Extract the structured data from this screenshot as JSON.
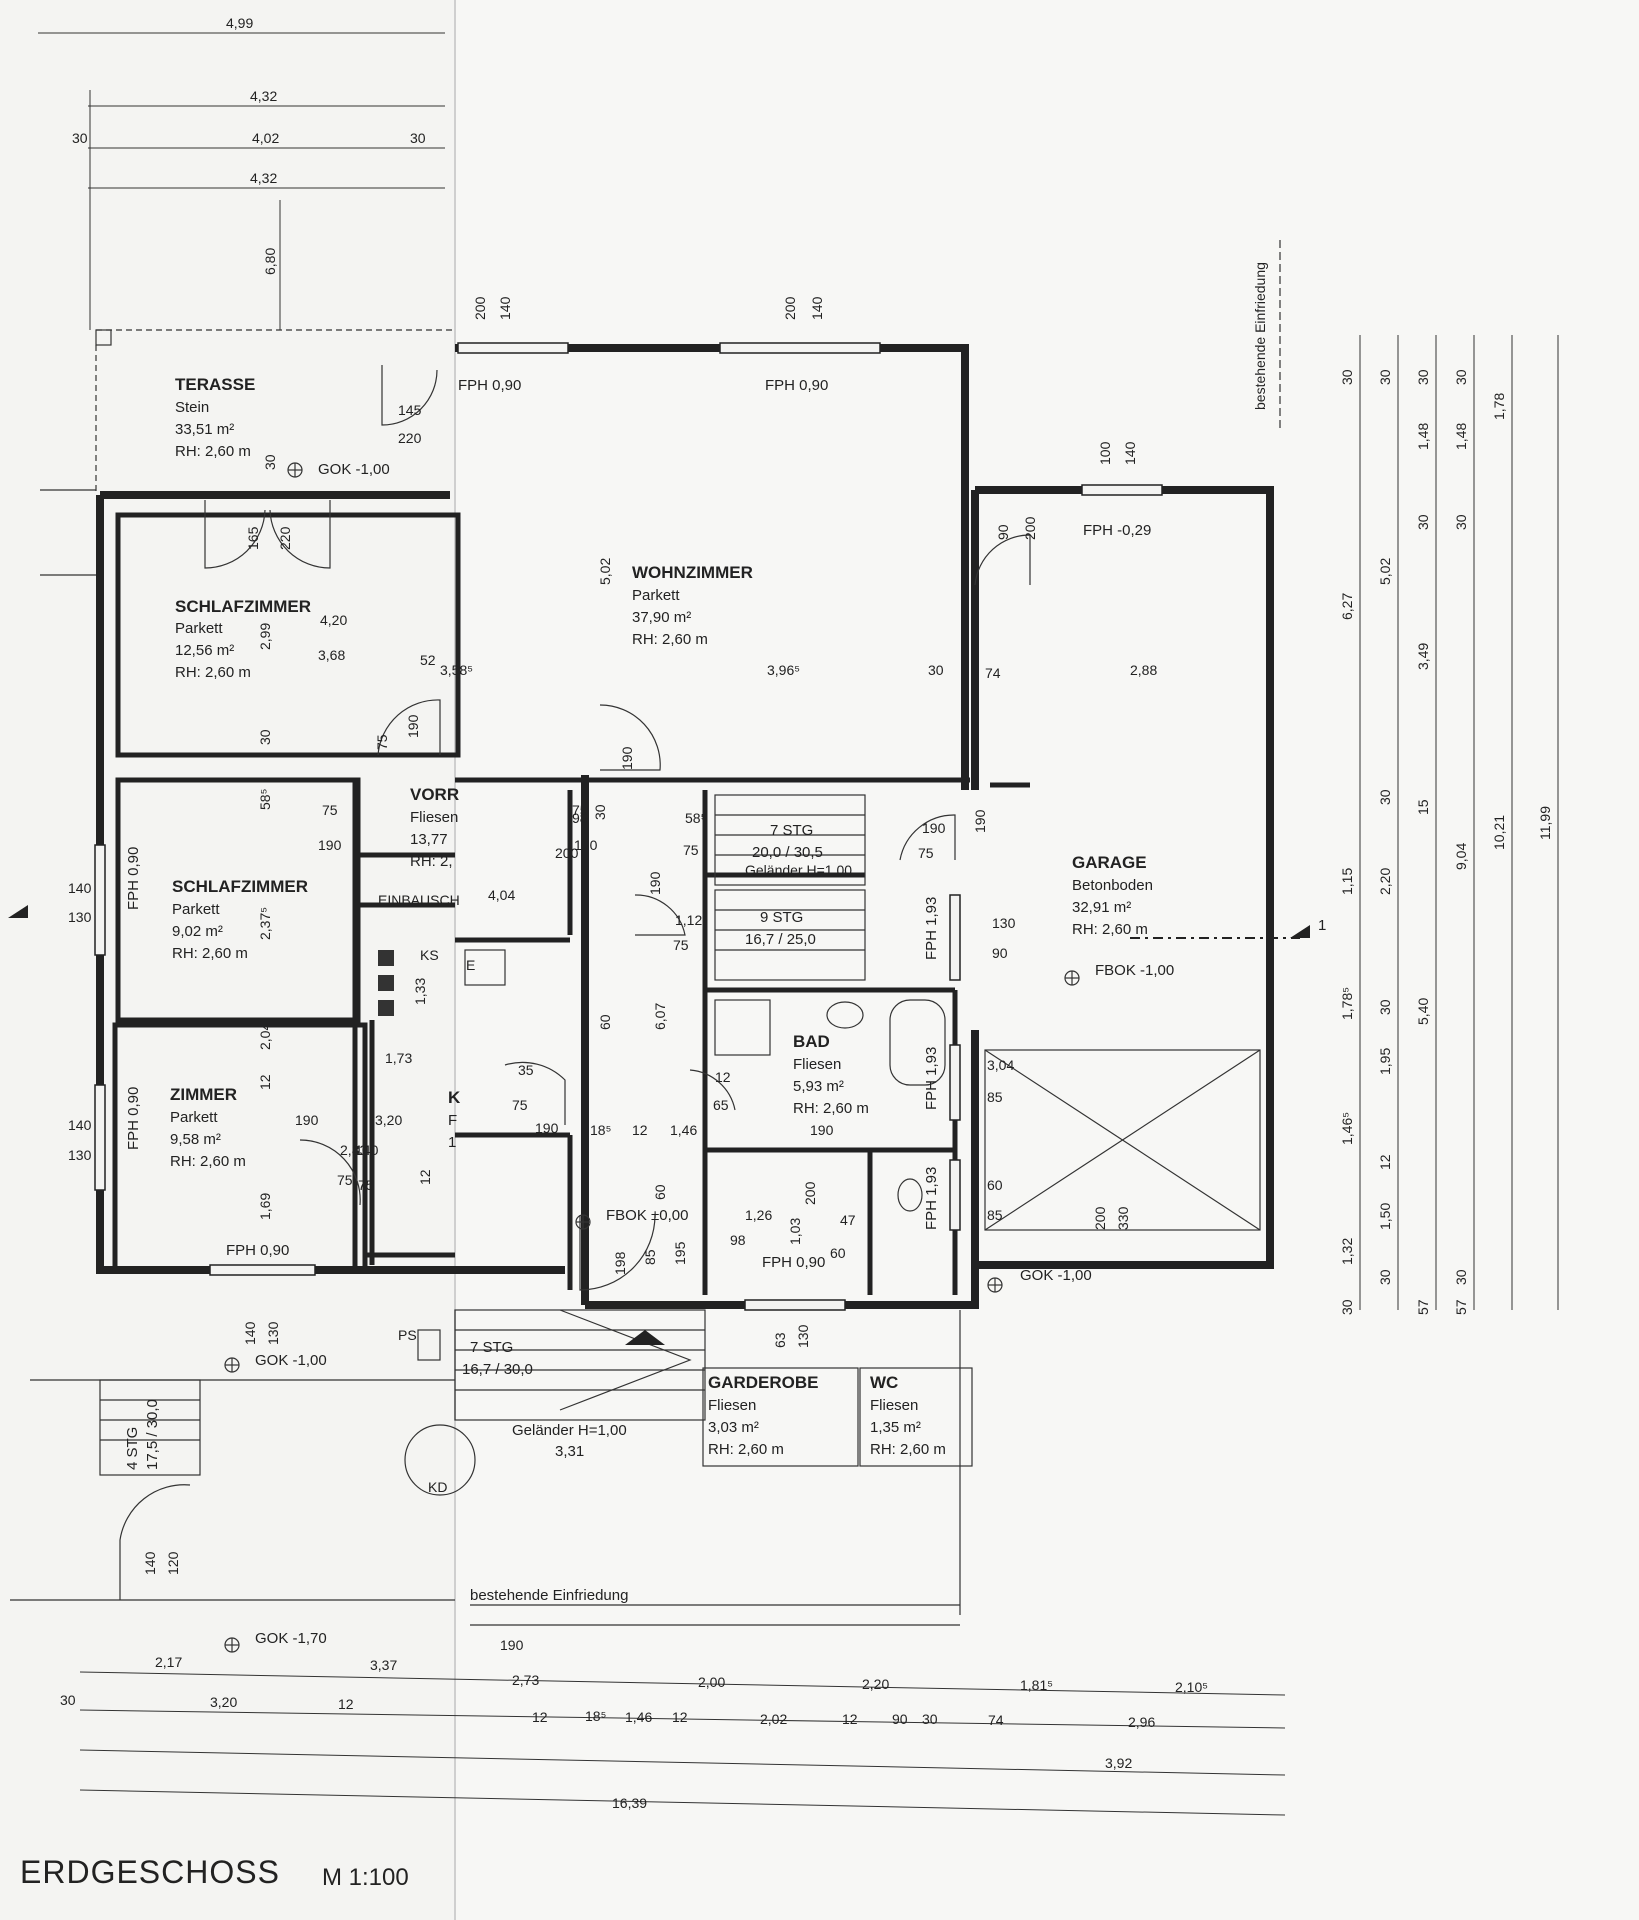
{
  "title": "ERDGESCHOSS",
  "scale": "M 1:100",
  "rooms": {
    "terasse": {
      "name": "TERASSE",
      "floor": "Stein",
      "area": "33,51 m²",
      "height": "RH: 2,60 m"
    },
    "schlaf1": {
      "name": "SCHLAFZIMMER",
      "floor": "Parkett",
      "area": "12,56 m²",
      "height": "RH: 2,60 m"
    },
    "schlaf2": {
      "name": "SCHLAFZIMMER",
      "floor": "Parkett",
      "area": "9,02 m²",
      "height": "RH: 2,60 m"
    },
    "zimmer": {
      "name": "ZIMMER",
      "floor": "Parkett",
      "area": "9,58 m²",
      "height": "RH: 2,60 m"
    },
    "wohn": {
      "name": "WOHNZIMMER",
      "floor": "Parkett",
      "area": "37,90 m²",
      "height": "RH: 2,60 m"
    },
    "vorr": {
      "name": "VORR",
      "floor": "Fliesen",
      "area": "13,77",
      "height": "RH: 2,"
    },
    "garage": {
      "name": "GARAGE",
      "floor": "Betonboden",
      "area": "32,91 m²",
      "height": "RH: 2,60 m"
    },
    "bad": {
      "name": "BAD",
      "floor": "Fliesen",
      "area": "5,93 m²",
      "height": "RH: 2,60 m"
    },
    "garderobe": {
      "name": "GARDEROBE",
      "floor": "Fliesen",
      "area": "3,03 m²",
      "height": "RH: 2,60 m"
    },
    "wc": {
      "name": "WC",
      "floor": "Fliesen",
      "area": "1,35 m²",
      "height": "RH: 2,60 m"
    },
    "kueche": {
      "name": "K",
      "floor": "F",
      "area": "1"
    }
  },
  "levels": {
    "gok_terasse": "GOK -1,00",
    "gok_garage": "GOK -1,00",
    "gok_front": "GOK -1,00",
    "gok_bottom": "GOK -1,70",
    "fbok_garage": "FBOK -1,00",
    "fbok_main": "FBOK ±0,00",
    "fph_wohn1": "FPH 0,90",
    "fph_wohn2": "FPH 0,90",
    "fph_garage": "FPH -0,29",
    "fph_zimmer": "FPH 0,90",
    "fph_wc": "FPH 0,90",
    "fph_left1": "FPH 0,90",
    "fph_left2": "FPH 0,90",
    "fph_193a": "FPH 1,93",
    "fph_193b": "FPH 1,93",
    "fph_193c": "FPH 1,93"
  },
  "stairs": {
    "s1": "7 STG",
    "s1b": "20,0 / 30,5",
    "s1c": "Geländer H=1,00",
    "s2": "9 STG",
    "s2b": "16,7 / 25,0",
    "s3": "7 STG",
    "s3b": "16,7 / 30,0",
    "s3c": "Geländer H=1,00",
    "s3d": "3,31",
    "s4": "4 STG",
    "s4b": "17,5 / 30,0"
  },
  "labels": {
    "einbau": "EINBAUSCH",
    "einfr1": "bestehende Einfriedung",
    "einfr2": "bestehende Einfriedung",
    "ks": "KS",
    "ps": "PS",
    "kd": "KD",
    "e": "E",
    "section": "1"
  },
  "dims_top": {
    "a": "4,99",
    "b": "4,32",
    "c": "4,02",
    "c1": "30",
    "c2": "30",
    "d": "4,32",
    "e": "6,80"
  },
  "dims_bottom": {
    "r1a": "2,17",
    "r1b": "3,37",
    "r1c": "2,73",
    "r1d": "2,00",
    "r1e": "2,20",
    "r1f": "1,81⁵",
    "r1g": "2,10⁵",
    "r2a": "30",
    "r2b": "3,20",
    "r2c": "12",
    "r2d": "12",
    "r2e": "18⁵",
    "r2f": "1,46",
    "r2g": "12",
    "r2h": "2,02",
    "r2i": "12",
    "r2j": "90",
    "r2k": "30",
    "r2l": "74",
    "r2m": "2,96",
    "r3a": "3,92",
    "r4a": "16,39"
  },
  "dims_right": {
    "c1": [
      "30",
      "1,15",
      "1,78⁵",
      "1,46⁵",
      "1,32",
      "30"
    ],
    "c1top": "6,27",
    "c2": [
      "30",
      "5,02",
      "30",
      "2,20",
      "30",
      "1,95",
      "12",
      "1,50",
      "30"
    ],
    "c3": [
      "30",
      "1,48",
      "30",
      "3,49",
      "15",
      "5,40",
      "57"
    ],
    "c4": [
      "30",
      "1,48",
      "30",
      "9,04",
      "30",
      "57"
    ],
    "c5": [
      "1,78",
      "10,21"
    ],
    "c6": "11,99"
  },
  "inner_dims": [
    "145",
    "220",
    "30",
    "165",
    "220",
    "4,20",
    "3,68",
    "52",
    "2,99",
    "30",
    "75",
    "190",
    "3,58⁵",
    "3,96⁵",
    "30",
    "74",
    "2,88",
    "5,02",
    "200",
    "140",
    "200",
    "140",
    "100",
    "140",
    "90",
    "200",
    "75",
    "190",
    "58⁵",
    "75",
    "190",
    "2,37⁵",
    "1,33",
    "4,04",
    "98",
    "30",
    "200",
    "58⁵",
    "75",
    "190",
    "1,12⁵",
    "75",
    "190",
    "75",
    "190",
    "130",
    "90",
    "60",
    "6,07",
    "2,04",
    "12",
    "1,73",
    "35",
    "75",
    "190",
    "3,20",
    "12",
    "2,83",
    "75",
    "190",
    "18⁵",
    "12",
    "1,46",
    "12",
    "65",
    "190",
    "3,04",
    "85",
    "60",
    "85",
    "60",
    "1,69",
    "1,26",
    "98",
    "200",
    "1,03",
    "47",
    "60",
    "200",
    "330",
    "198",
    "85",
    "195",
    "63",
    "130",
    "140",
    "130",
    "140",
    "130",
    "140",
    "130",
    "140",
    "120",
    "140",
    "75",
    "190",
    "190"
  ]
}
